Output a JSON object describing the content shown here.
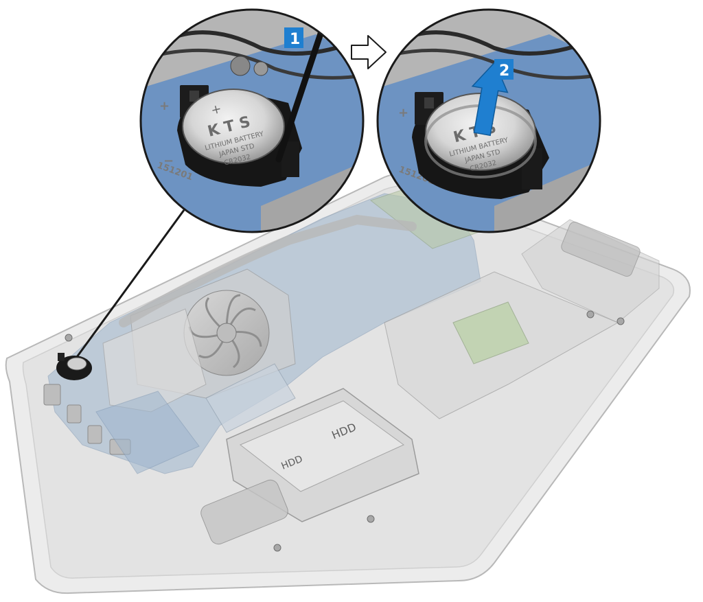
{
  "steps": [
    {
      "number": "1"
    },
    {
      "number": "2"
    }
  ],
  "battery": {
    "polarity": "+",
    "brand": "K T S",
    "type_label": "LITHIUM BATTERY",
    "origin": "JAPAN STD",
    "model": "CR2032"
  },
  "board_silkscreen": "151201",
  "hdd_label": "HDD",
  "colors": {
    "step_badge": "#1f7fd0",
    "lift_arrow": "#1f7fd0",
    "board_blue": "#5b86b8",
    "chassis": "#e9e9e9",
    "callout_border": "#1a1a1a"
  },
  "icons": {
    "transition": "right-outline-arrow-icon",
    "lift": "up-arrow-icon",
    "tool": "plastic-scribe-icon"
  }
}
